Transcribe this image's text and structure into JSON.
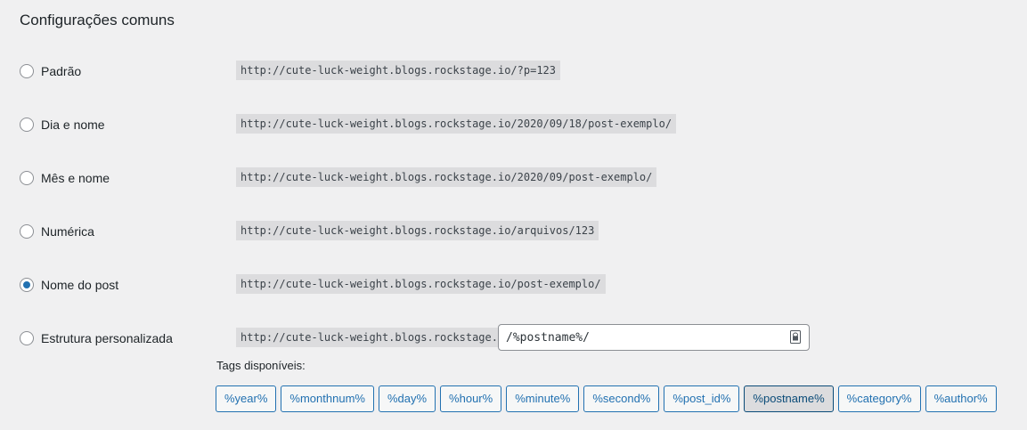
{
  "section_title": "Configurações comuns",
  "options": [
    {
      "label": "Padrão",
      "url": "http://cute-luck-weight.blogs.rockstage.io/?p=123",
      "checked": false
    },
    {
      "label": "Dia e nome",
      "url": "http://cute-luck-weight.blogs.rockstage.io/2020/09/18/post-exemplo/",
      "checked": false
    },
    {
      "label": "Mês e nome",
      "url": "http://cute-luck-weight.blogs.rockstage.io/2020/09/post-exemplo/",
      "checked": false
    },
    {
      "label": "Numérica",
      "url": "http://cute-luck-weight.blogs.rockstage.io/arquivos/123",
      "checked": false
    },
    {
      "label": "Nome do post",
      "url": "http://cute-luck-weight.blogs.rockstage.io/post-exemplo/",
      "checked": true
    },
    {
      "label": "Estrutura personalizada",
      "url": "http://cute-luck-weight.blogs.rockstage.io",
      "checked": false
    }
  ],
  "custom_structure_value": "/%postname%/",
  "tags_label": "Tags disponíveis:",
  "tags": [
    "%year%",
    "%monthnum%",
    "%day%",
    "%hour%",
    "%minute%",
    "%second%",
    "%post_id%",
    "%postname%",
    "%category%",
    "%author%"
  ],
  "active_tag": "%postname%",
  "colors": {
    "accent": "#2271b1",
    "code_bg": "#dcdcde",
    "page_bg": "#f0f0f1"
  }
}
